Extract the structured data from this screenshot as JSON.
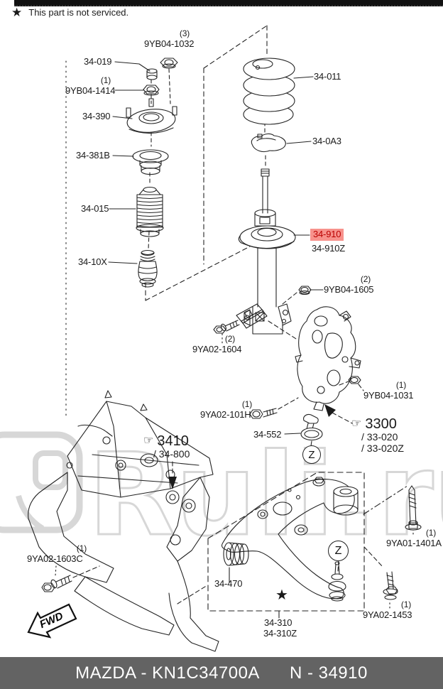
{
  "note": {
    "star": "★",
    "text": "This part is not serviced."
  },
  "watermark": {
    "text": "Ruli.ru"
  },
  "footer": {
    "left": "MAZDA - KN1C34700A",
    "right": "N - 34910"
  },
  "markers": {
    "z": "Z",
    "star": "★",
    "fwd": "FWD"
  },
  "colors": {
    "highlight_bg": "#f7928c",
    "highlight_text": "#bb0000",
    "footer_bg": "#636363",
    "watermark": "#d7d7d7"
  },
  "labels": {
    "l1032": {
      "qty": "(3)",
      "part": "9YB04-1032"
    },
    "l34019": {
      "part": "34-019"
    },
    "l1414": {
      "qty": "(1)",
      "part": "9YB04-1414"
    },
    "l34390": {
      "part": "34-390"
    },
    "l34381b": {
      "part": "34-381B"
    },
    "l34015": {
      "part": "34-015"
    },
    "l3410x": {
      "part": "34-10X"
    },
    "l34011": {
      "part": "34-011"
    },
    "l340a3": {
      "part": "34-0A3"
    },
    "l34910": {
      "part": "34-910"
    },
    "l34910z": {
      "part": "34-910Z"
    },
    "l1605": {
      "qty": "(2)",
      "part": "9YB04-1605"
    },
    "l1604": {
      "qty": "(2)",
      "part": "9YA02-1604"
    },
    "l1031": {
      "qty": "(1)",
      "part": "9YB04-1031"
    },
    "l101h": {
      "qty": "(1)",
      "part": "9YA02-101H"
    },
    "l34552": {
      "part": "34-552"
    },
    "g3300": {
      "hand": "☞",
      "title": "3300",
      "sub1": "/ 33-020",
      "sub2": "/ 33-020Z"
    },
    "g3410": {
      "hand": "☞",
      "title": "3410",
      "sub1": "/ 34-800"
    },
    "l1603c": {
      "qty": "(1)",
      "part": "9YA02-1603C"
    },
    "l34470": {
      "part": "34-470"
    },
    "l34310": {
      "part": "34-310"
    },
    "l34310z": {
      "part": "34-310Z"
    },
    "l1401a": {
      "qty": "(1)",
      "part": "9YA01-1401A"
    },
    "l1453": {
      "qty": "(1)",
      "part": "9YA02-1453"
    }
  }
}
